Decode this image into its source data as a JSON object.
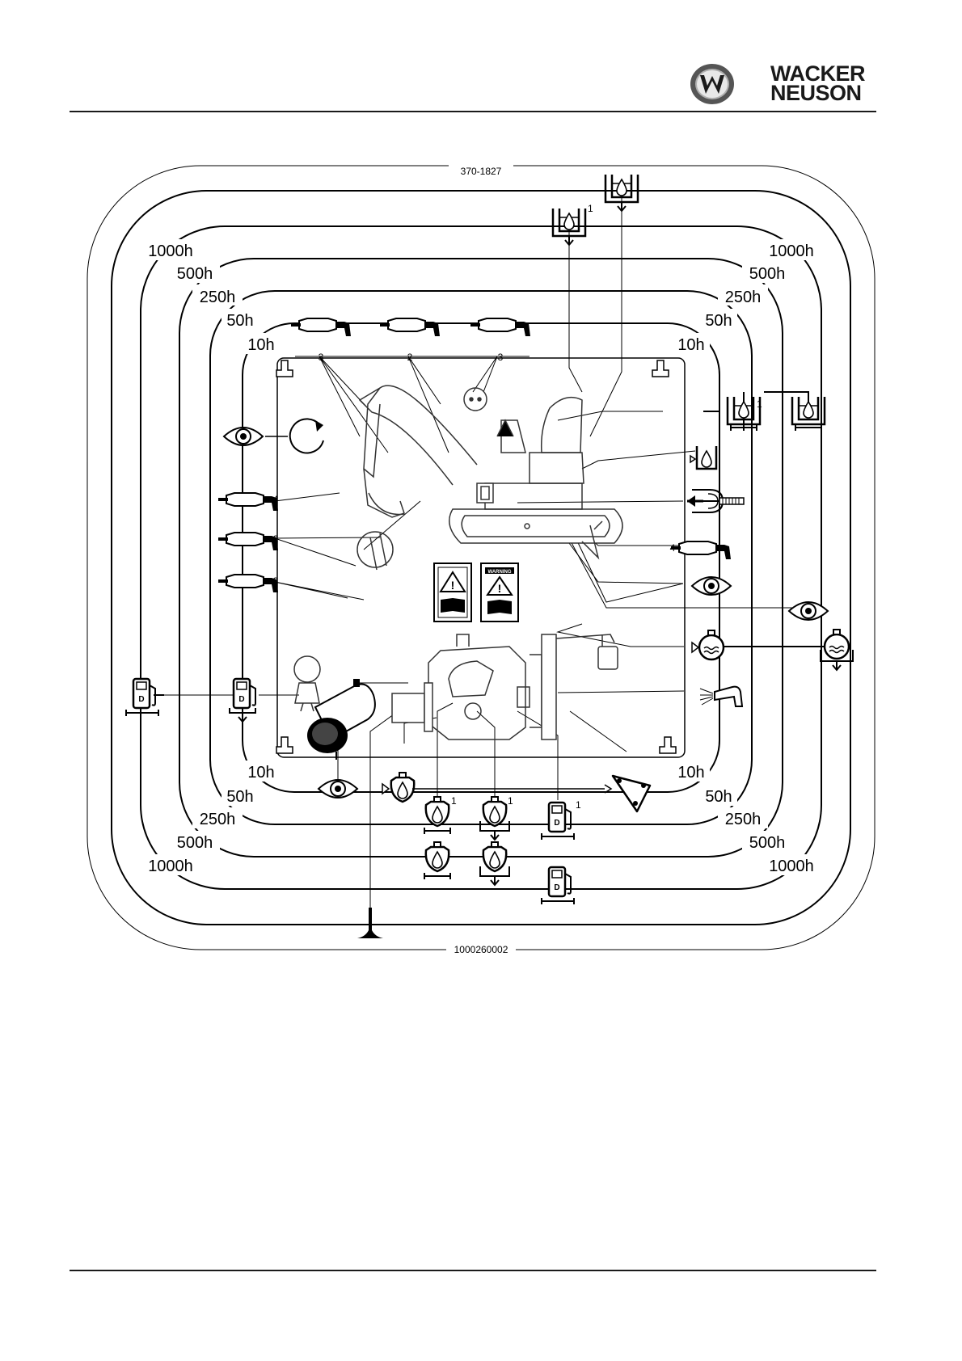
{
  "header": {
    "brand_line1": "WACKER",
    "brand_line2": "NEUSON",
    "logo_icon": "wacker-neuson-w-logo"
  },
  "diagram": {
    "top_code": "370-1827",
    "bottom_code": "1000260002",
    "interval_labels": [
      "10h",
      "50h",
      "250h",
      "500h",
      "1000h"
    ],
    "markers": {
      "one": "1",
      "two": "2",
      "three": "3",
      "four": "4"
    },
    "warning_label": "WARNING",
    "icons": [
      "grease-gun-icon",
      "visual-inspection-icon",
      "rotation-icon",
      "hydraulic-tank-icon",
      "hydraulic-tank-drain-icon",
      "fuel-pump-icon",
      "fuel-drain-icon",
      "engine-oil-icon",
      "engine-oil-drain-icon",
      "coolant-radiator-icon",
      "coolant-drain-icon",
      "v-belt-icon",
      "air-filter-icon",
      "water-separator-icon",
      "spray-nozzle-icon",
      "dipstick-icon",
      "warning-read-manual-icon"
    ]
  }
}
